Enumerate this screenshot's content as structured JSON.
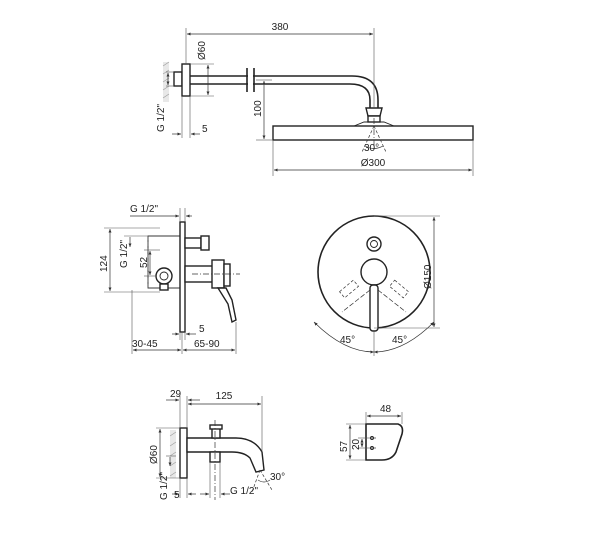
{
  "shower_arm": {
    "dim_length": "380",
    "dim_flange_dia": "Ø60",
    "dim_height": "100",
    "dim_thread": "G 1/2\"",
    "dim_wall": "5",
    "dim_angle": "30°",
    "dim_head_dia": "Ø300"
  },
  "mixer_body": {
    "dim_top_thread": "G 1/2\"",
    "dim_height": "124",
    "dim_side_thread": "G 1/2\"",
    "dim_inner": "52",
    "dim_plate": "5",
    "dim_depth_back": "30-45",
    "dim_depth_front": "65-90"
  },
  "cover_plate": {
    "dim_dia": "Ø150",
    "dim_angle_left": "45°",
    "dim_angle_right": "45°"
  },
  "spout": {
    "dim_offset": "29",
    "dim_length": "125",
    "dim_flange_dia": "Ø60",
    "dim_angle": "30°",
    "dim_thread_side": "G 1/2\"",
    "dim_wall": "5",
    "dim_thread_bottom": "G 1/2\""
  },
  "holder": {
    "dim_width": "48",
    "dim_height": "57",
    "dim_inner": "20"
  }
}
